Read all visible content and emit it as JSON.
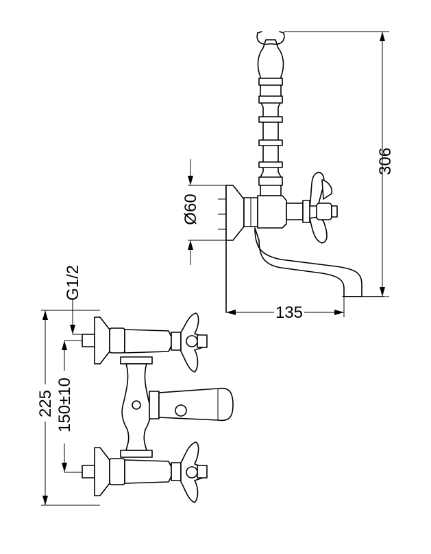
{
  "dimensions": {
    "height_top_view": "306",
    "pipe_diameter": "Ø60",
    "projection": "135",
    "thread": "G1/2",
    "overall_height": "225",
    "center_distance": "150±10"
  }
}
